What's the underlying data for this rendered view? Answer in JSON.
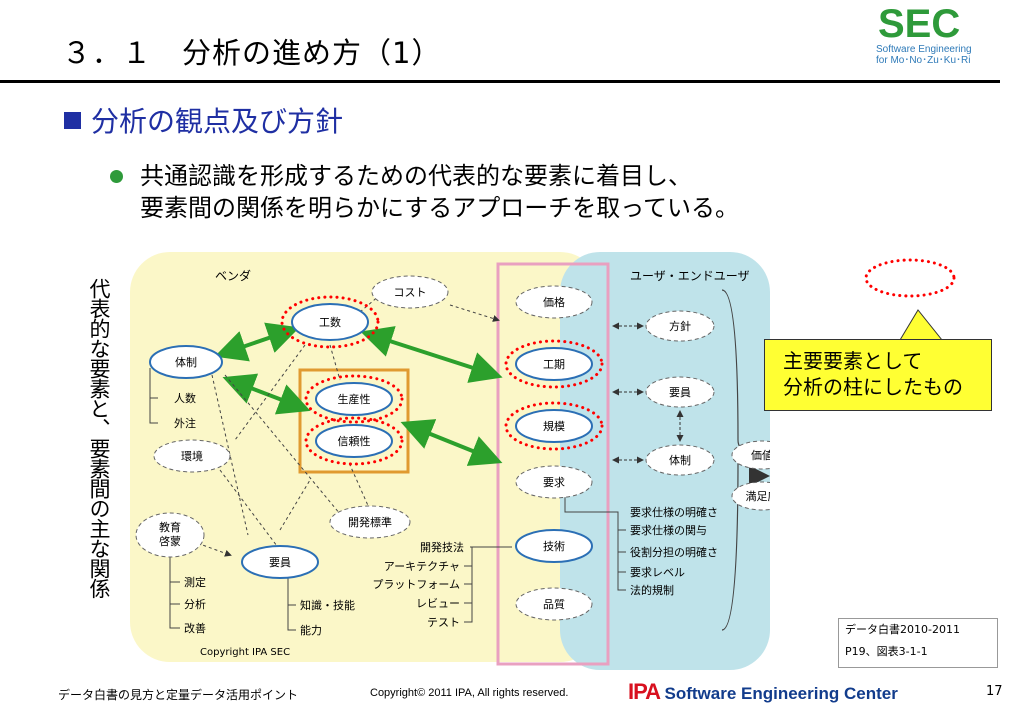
{
  "header": {
    "title": "３．１　分析の進め方（1）",
    "logo": {
      "main": "SEC",
      "line1": "Software Engineering",
      "line2": "for Mo･No･Zu･Ku･Ri",
      "color": "#2e9a3a"
    }
  },
  "section_heading": "分析の観点及び方針",
  "bullet": {
    "line1": "共通認識を形成するための代表的な要素に着目し、",
    "line2": "要素間の関係を明らかにするアプローチを取っている。"
  },
  "vertical_caption": "代表的な要素と、要素間の主な関係",
  "diagram": {
    "vendor_label": "ベンダ",
    "user_label": "ユーザ・エンドユーザ",
    "copyright": "Copyright IPA SEC",
    "nodes": {
      "cost": "コスト",
      "effort": "工数",
      "organization": "体制",
      "productivity": "生産性",
      "reliability": "信頼性",
      "environment": "環境",
      "dev_standard": "開発標準",
      "education": "教育\n啓蒙",
      "personnel": "要員",
      "price": "価格",
      "schedule": "工期",
      "scale": "規模",
      "requirements": "要求",
      "technology": "技術",
      "quality": "品質",
      "policy": "方針",
      "user_personnel": "要員",
      "user_organization": "体制",
      "value": "価値",
      "satisfaction": "満足度"
    },
    "org_items": [
      "人数",
      "外注"
    ],
    "education_items": [
      "測定",
      "分析",
      "改善"
    ],
    "personnel_items": [
      "知識・技能",
      "能力"
    ],
    "tech_items": [
      "開発技法",
      "アーキテクチャ",
      "プラットフォーム",
      "レビュー",
      "テスト"
    ],
    "req_items": [
      "要求仕様の明確さ",
      "要求仕様の関与",
      "役割分担の明確さ",
      "要求レベル",
      "法的規制"
    ]
  },
  "callout": {
    "line1": "主要要素として",
    "line2": "分析の柱にしたもの",
    "color": "#ffff33"
  },
  "source": {
    "line1": "データ白書2010-2011",
    "line2": "P19、図表3-1-1"
  },
  "footer": {
    "left": "データ白書の見方と定量データ活用ポイント",
    "copyright": "Copyright© 2011 IPA, All rights reserved.",
    "ipa": "IPA",
    "sec_center": "Software Engineering Center",
    "page": "17"
  },
  "colors": {
    "accent_blue": "#1f2fa3",
    "green": "#2e9a3a",
    "red_dots": "#ff0000",
    "vendor_bg": "#fbf7c8",
    "user_bg": "#bfe3ea"
  }
}
